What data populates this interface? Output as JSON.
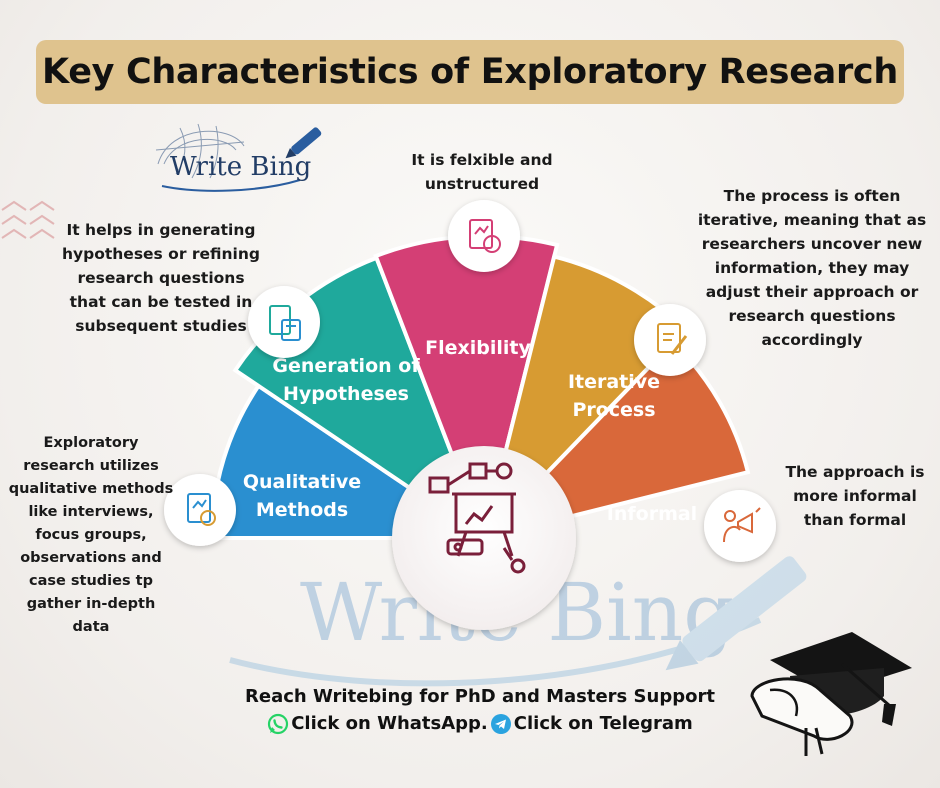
{
  "title": "Key Characteristics of Exploratory Research",
  "logo": {
    "text": "Write Bing",
    "icon": "globe-pen-icon"
  },
  "watermark": "Write Bing",
  "center": {
    "icon": "presentation-flowchart-icon"
  },
  "segments": [
    {
      "id": "qualitative",
      "label_lines": [
        "Qualitative",
        "Methods"
      ],
      "color": "#2a8fd0",
      "icon": "report-magnifier-icon",
      "description": "Exploratory research utilizes qualitative methods like interviews, focus groups, observations and case studies tp gather in-depth data"
    },
    {
      "id": "hypotheses",
      "label_lines": [
        "Generation of",
        "Hypotheses"
      ],
      "color": "#1fa99c",
      "icon": "invoice-calculator-icon",
      "description": "It helps in generating hypotheses or refining research questions that can be tested in subsequent studies"
    },
    {
      "id": "flexibility",
      "label_lines": [
        "Flexibility"
      ],
      "color": "#d43f75",
      "icon": "chart-report-icon",
      "description": "It is felxible and unstructured"
    },
    {
      "id": "iterative",
      "label_lines": [
        "Iterative",
        "Process"
      ],
      "color": "#d79b32",
      "icon": "document-pen-icon",
      "description": "The process is often iterative, meaning that as researchers uncover new information, they may adjust their approach or research questions accordingly"
    },
    {
      "id": "informal",
      "label_lines": [
        "Informal"
      ],
      "color": "#d9683a",
      "icon": "megaphone-person-icon",
      "description": "The approach is more informal than formal"
    }
  ],
  "notes": {
    "qualitative": [
      "Exploratory",
      "research utilizes",
      "qualitative methods",
      "like interviews,",
      "focus groups,",
      "observations and",
      "case studies tp",
      "gather in-depth data"
    ],
    "hypotheses": [
      "It helps in generating",
      "hypotheses or refining",
      "research questions",
      "that can be tested in",
      "subsequent studies"
    ],
    "flexibility": [
      "It is felxible and",
      "unstructured"
    ],
    "iterative": [
      "The process is often",
      "iterative, meaning that as",
      "researchers uncover new",
      "information, they may",
      "adjust their approach or",
      "research questions",
      "accordingly"
    ],
    "informal": [
      "The approach is",
      "more informal",
      "than formal"
    ]
  },
  "footer": {
    "line1": "Reach Writebing for PhD and Masters Support",
    "whatsapp": "Click on WhatsApp.",
    "telegram": "Click on Telegram",
    "whatsapp_color": "#25d366",
    "telegram_color": "#2aa3df"
  },
  "decor": {
    "graduation": "graduation-cap-diploma-icon",
    "chevrons": "chevron-pattern-icon"
  }
}
